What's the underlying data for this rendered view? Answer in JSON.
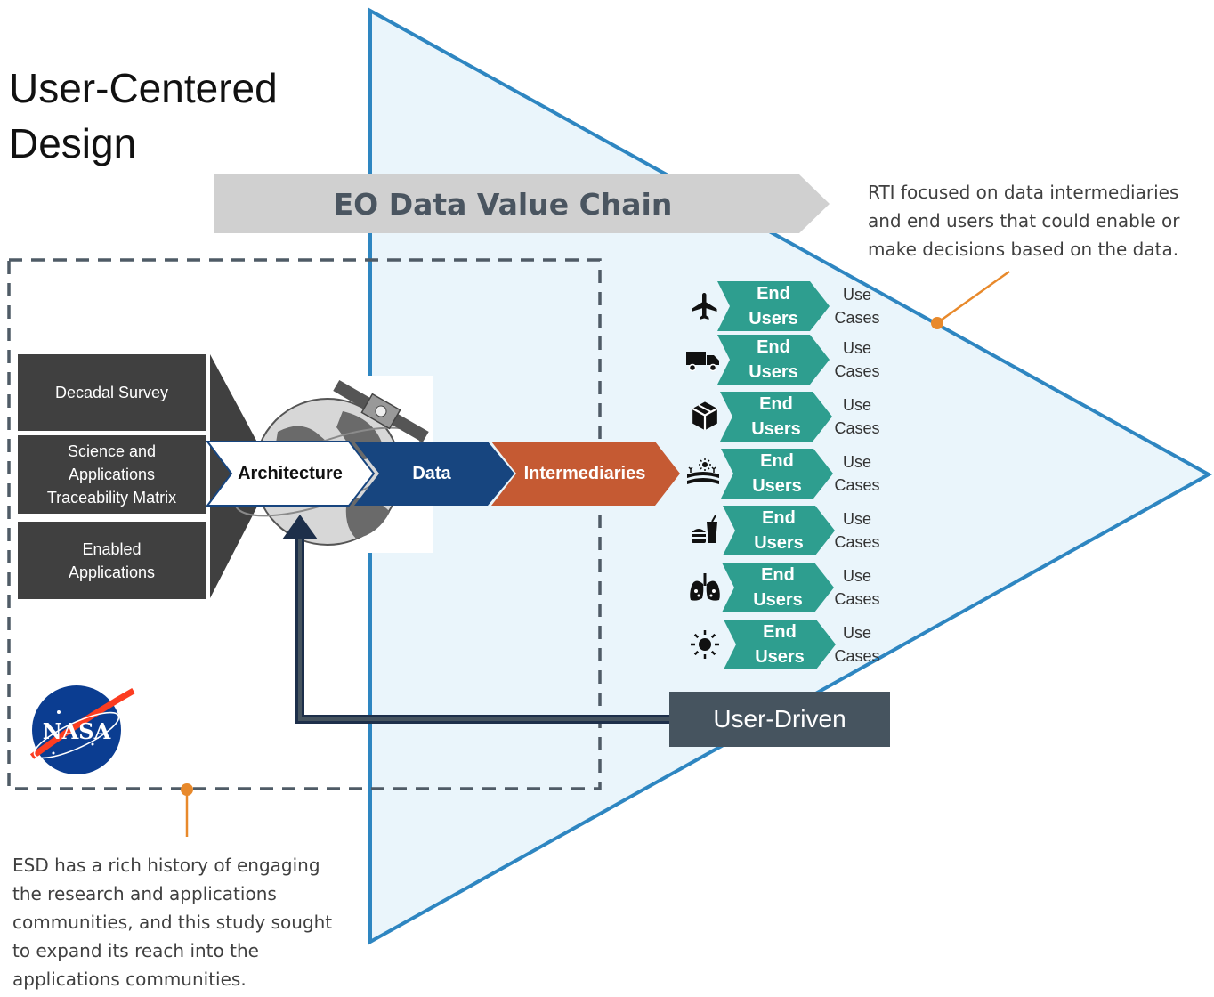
{
  "title": "User-Centered\nDesign",
  "value_chain_label": "EO Data Value Chain",
  "callout_right": "RTI focused on data intermediaries and end users that could enable or make decisions based on the data.",
  "callout_left": "ESD has a rich history of engaging the research and applications communities, and this study sought to expand its reach into the applications communities.",
  "inputs": [
    "Decadal Survey",
    "Science and\nApplications\nTraceability Matrix",
    "Enabled\nApplications"
  ],
  "flow": [
    "Architecture",
    "Data",
    "Intermediaries"
  ],
  "end_users": [
    {
      "icon": "airplane-icon",
      "label": "End\nUsers",
      "use_cases": "Use\nCases"
    },
    {
      "icon": "truck-icon",
      "label": "End\nUsers",
      "use_cases": "Use\nCases"
    },
    {
      "icon": "package-icon",
      "label": "End\nUsers",
      "use_cases": "Use\nCases"
    },
    {
      "icon": "farm-field-icon",
      "label": "End\nUsers",
      "use_cases": "Use\nCases"
    },
    {
      "icon": "fast-food-icon",
      "label": "End\nUsers",
      "use_cases": "Use\nCases"
    },
    {
      "icon": "lungs-icon",
      "label": "End\nUsers",
      "use_cases": "Use\nCases"
    },
    {
      "icon": "sun-icon",
      "label": "End\nUsers",
      "use_cases": "Use\nCases"
    }
  ],
  "feedback_label": "User-Driven",
  "logo_text": "NASA",
  "colors": {
    "triangle_fill": "#eaf5fb",
    "triangle_stroke": "#2e86c1",
    "chain_arrow": "#d0d0d0",
    "input_box": "#404040",
    "architecture": "#ffffff",
    "data": "#17457f",
    "intermediaries": "#c55a33",
    "end_users": "#2e9e8f",
    "feedback": "#46545f",
    "callout_line": "#e8892b"
  }
}
